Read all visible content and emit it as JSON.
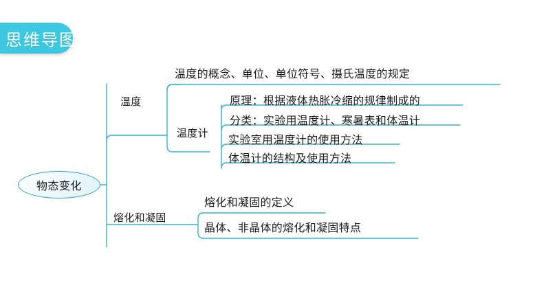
{
  "title_badge": {
    "label": "思维导图"
  },
  "colors": {
    "badge_bg": "#3cc8e0",
    "badge_text": "#ffffff",
    "line": "#35b4d4",
    "node_border": "#2ba6c4",
    "text": "#1a1a1a"
  },
  "mindmap": {
    "root": {
      "label": "物态变化"
    },
    "branches": [
      {
        "label": "温度",
        "leaves": [
          {
            "label": "温度的概念、单位、单位符号、摄氏温度的规定"
          }
        ],
        "subbranches": [
          {
            "label": "温度计",
            "leaves": [
              {
                "label": "原理：根据液体热胀冷缩的规律制成的"
              },
              {
                "label": "分类：实验用温度计、寒暑表和体温计"
              },
              {
                "label": "实验室用温度计的使用方法"
              },
              {
                "label": "体温计的结构及使用方法"
              }
            ]
          }
        ]
      },
      {
        "label": "熔化和凝固",
        "leaves": [
          {
            "label": "熔化和凝固的定义"
          },
          {
            "label": "晶体、非晶体的熔化和凝固特点"
          }
        ],
        "subbranches": []
      }
    ]
  }
}
